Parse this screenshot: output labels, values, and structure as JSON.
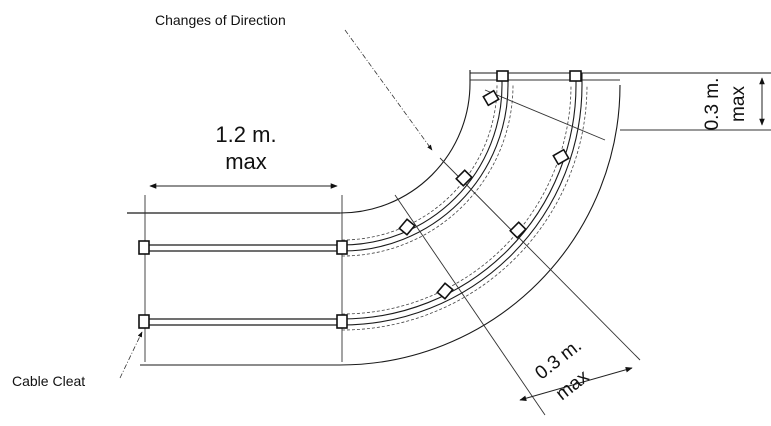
{
  "labels": {
    "changes_of_direction": "Changes of Direction",
    "cable_cleat": "Cable Cleat",
    "dim_straight_value": "1.2 m.",
    "dim_straight_unit": "max",
    "dim_top_value": "0.3 m.",
    "dim_top_unit": "max",
    "dim_bend_value": "0.3 m.",
    "dim_bend_unit": "max"
  },
  "colors": {
    "line": "#1a1a1a",
    "background": "#ffffff"
  }
}
